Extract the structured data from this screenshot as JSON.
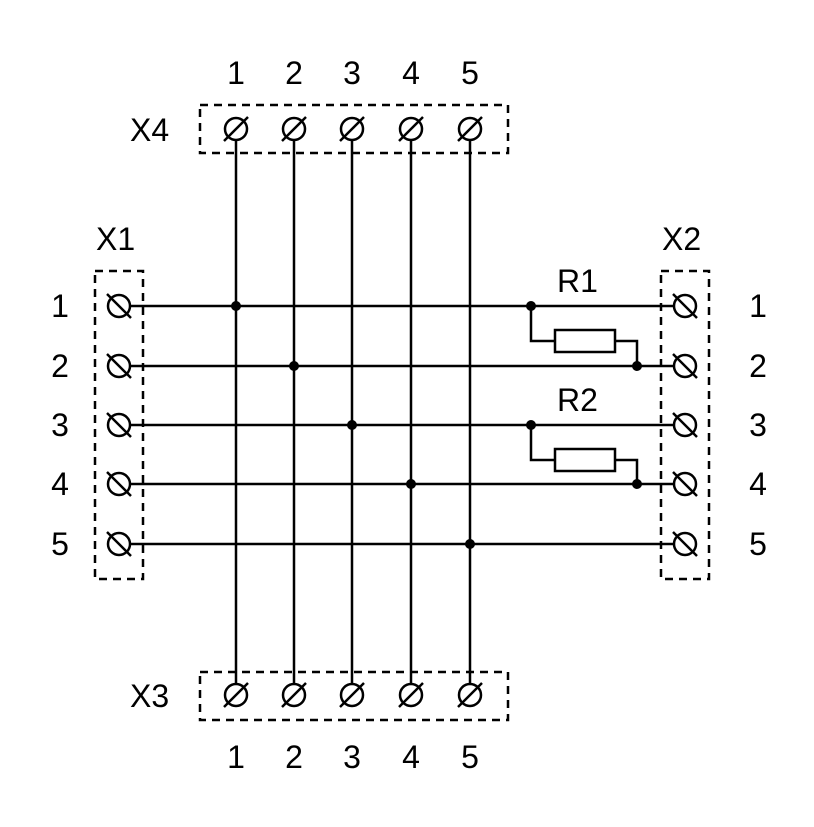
{
  "connectors": {
    "x1": {
      "label": "X1",
      "pins": [
        "1",
        "2",
        "3",
        "4",
        "5"
      ]
    },
    "x2": {
      "label": "X2",
      "pins": [
        "1",
        "2",
        "3",
        "4",
        "5"
      ]
    },
    "x3": {
      "label": "X3",
      "pins": [
        "1",
        "2",
        "3",
        "4",
        "5"
      ]
    },
    "x4": {
      "label": "X4",
      "pins": [
        "1",
        "2",
        "3",
        "4",
        "5"
      ]
    }
  },
  "resistors": [
    {
      "label": "R1",
      "from_pin": 1,
      "to_pin": 2
    },
    {
      "label": "R2",
      "from_pin": 3,
      "to_pin": 4
    }
  ],
  "colors": {
    "line": "#000000",
    "background": "#ffffff"
  }
}
